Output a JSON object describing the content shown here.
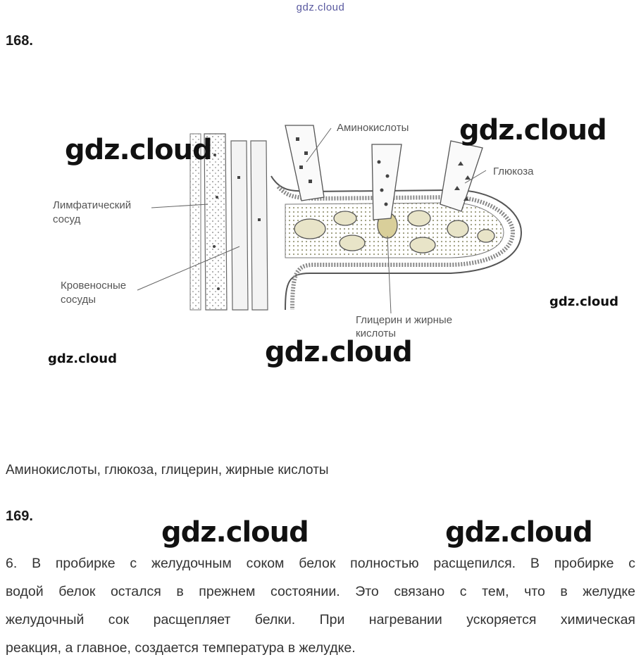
{
  "site_header": "gdz.cloud",
  "task168": {
    "number": "168.",
    "figure": {
      "labels": {
        "amino": "Аминокислоты",
        "glucose": "Глюкоза",
        "lymph_1": "Лимфатический",
        "lymph_2": "сосуд",
        "blood_1": "Кровеносные",
        "blood_2": "сосуды",
        "glycerin_1": "Глицерин и жирные",
        "glycerin_2": "кислоты"
      }
    },
    "answer": "Аминокислоты, глюкоза, глицерин, жирные кислоты"
  },
  "task169": {
    "number": "169.",
    "lines": [
      "6. В пробирке с желудочным соком белок полностью расщепился. В пробирке с",
      "водой белок остался в прежнем состоянии. Это связано с тем, что в желудке",
      "желудочный сок расщепляет белки. При нагревании ускоряется химическая",
      "реакция, а главное, создается температура в желудке."
    ]
  },
  "watermarks": [
    "gdz.cloud",
    "gdz.cloud",
    "gdz.cloud",
    "gdz.cloud",
    "gdz.cloud",
    "gdz.cloud",
    "gdz.cloud"
  ]
}
